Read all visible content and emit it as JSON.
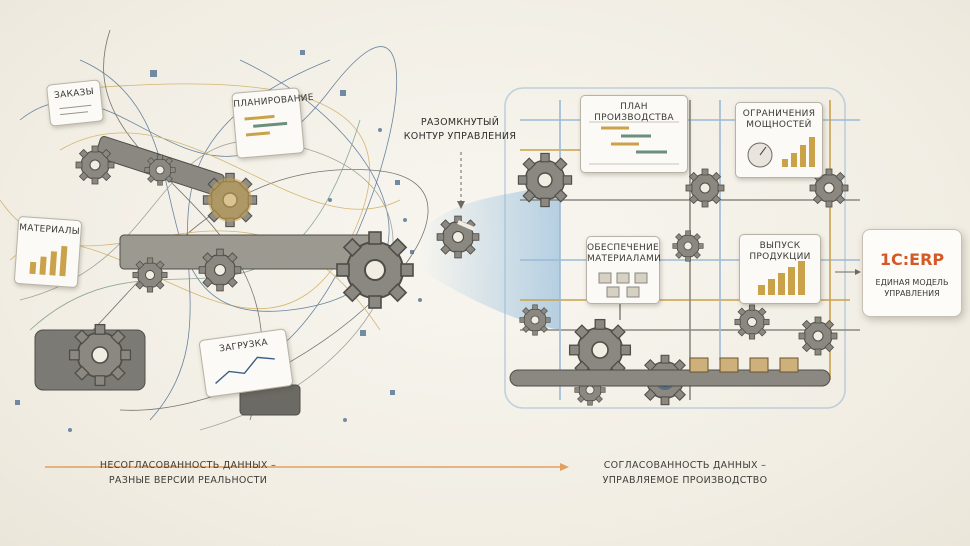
{
  "left_labels": {
    "orders": "ЗАКАЗЫ",
    "planning": "ПЛАНИРОВАНИЕ",
    "materials": "МАТЕРИАЛЫ",
    "loading": "ЗАГРУЗКА"
  },
  "center_label": "РАЗОМКНУТЫЙ\nКОНТУР УПРАВЛЕНИЯ",
  "right_cards": {
    "production_plan": "ПЛАН ПРОИЗВОДСТВА",
    "capacity_limits": "ОГРАНИЧЕНИЯ\nМОЩНОСТЕЙ",
    "material_supply": "ОБЕСПЕЧЕНИЕ\nМАТЕРИАЛАМИ",
    "product_output": "ВЫПУСК\nПРОДУКЦИИ"
  },
  "erp": {
    "title": "1С:ERP",
    "subtitle": "ЕДИНАЯ МОДЕЛЬ\nУПРАВЛЕНИЯ"
  },
  "captions": {
    "left": "НЕСОГЛАСОВАННОСТЬ ДАННЫХ –\nРАЗНЫЕ ВЕРСИИ РЕАЛЬНОСТИ",
    "right": "СОГЛАСОВАННОСТЬ ДАННЫХ –\nУПРАВЛЯЕМОЕ ПРОИЗВОДСТВО"
  },
  "colors": {
    "accent_orange": "#d35a26",
    "arrow_line": "#e0a060",
    "metal": "#7b7a74",
    "brass": "#c9a24a",
    "flow_blue": "#7fb1d8"
  },
  "icons": [
    "gear-icon",
    "gauge-icon",
    "bar-chart-icon",
    "gantt-icon",
    "crate-icon",
    "conveyor-icon"
  ]
}
